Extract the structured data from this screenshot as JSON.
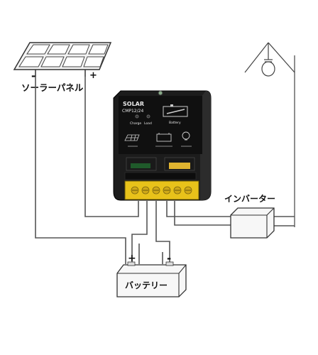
{
  "solar_panel": {
    "label": "ソーラーパネル",
    "minus": "-",
    "plus": "+"
  },
  "controller": {
    "brand": "SOLAR",
    "model": "CMP12/24",
    "led_charge": "Charge",
    "led_load": "Load",
    "led_battery": "Battery"
  },
  "battery": {
    "label": "バッテリー",
    "plus": "+",
    "minus": "-"
  },
  "inverter": {
    "label": "インバーター"
  },
  "colors": {
    "wire": "#555555",
    "controller_body": "#1a1a1a",
    "terminal": "#e8c21a"
  }
}
